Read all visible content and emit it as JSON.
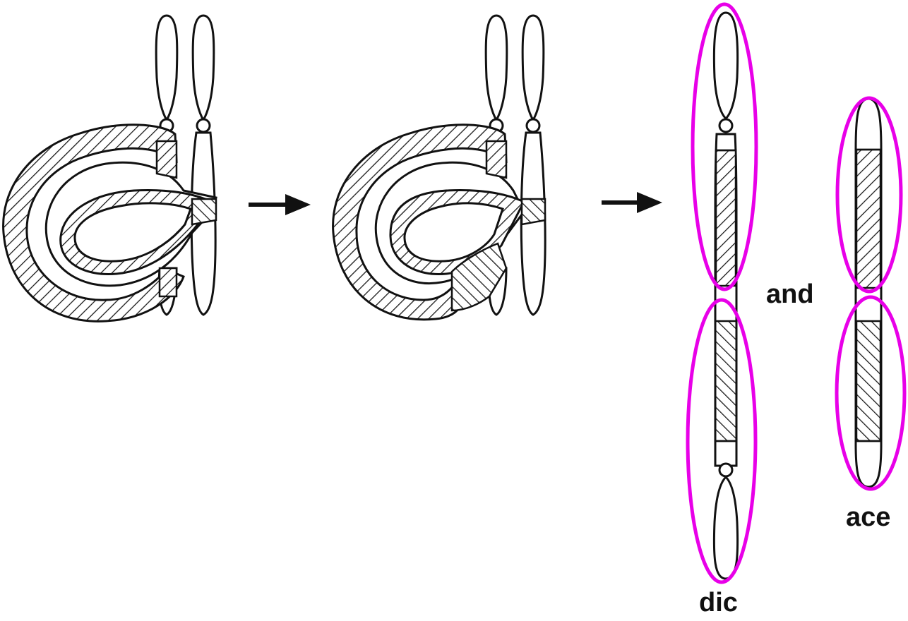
{
  "labels": {
    "and": "and",
    "ace": "ace",
    "dic": "dic"
  },
  "colors": {
    "line": "#111111",
    "hatch": "#1a1a1a",
    "highlight": "#e800e8",
    "background": "#ffffff"
  },
  "icons": [
    "arrow-right-icon",
    "arrow-right-icon"
  ]
}
